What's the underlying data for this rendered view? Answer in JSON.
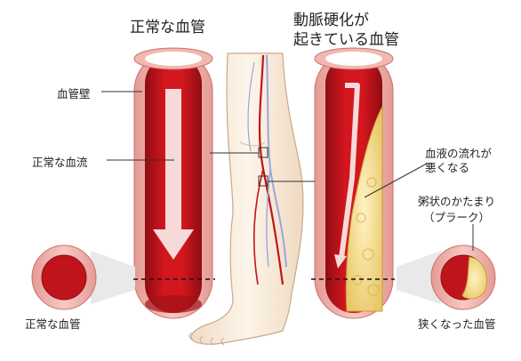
{
  "titles": {
    "normal_vessel": "正常な血管",
    "arteriosclerosis_line1": "動脈硬化が",
    "arteriosclerosis_line2": "起きている血管"
  },
  "labels": {
    "vessel_wall": "血管壁",
    "normal_blood_flow": "正常な血流",
    "poor_blood_flow_line1": "血液の流れが",
    "poor_blood_flow_line2": "悪くなる",
    "plaque_line1": "粥状のかたまり",
    "plaque_line2": "（プラーク）",
    "normal_cross_section": "正常な血管",
    "narrowed_cross_section": "狭くなった血管"
  },
  "colors": {
    "blood": "#c0141c",
    "wall": "#f2b7b1",
    "plaque": "#f3dc86",
    "skin": "#fbf1e4"
  }
}
